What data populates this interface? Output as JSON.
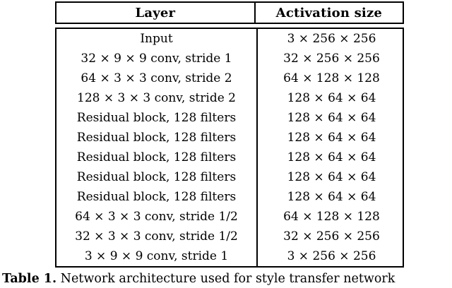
{
  "table": {
    "headers": {
      "layer": "Layer",
      "activation": "Activation size"
    },
    "rows": [
      {
        "layer": "Input",
        "activation": "3 × 256 × 256"
      },
      {
        "layer": "32 × 9 × 9 conv, stride 1",
        "activation": "32 × 256 × 256"
      },
      {
        "layer": "64 × 3 × 3 conv, stride 2",
        "activation": "64 × 128 × 128"
      },
      {
        "layer": "128 × 3 × 3 conv, stride 2",
        "activation": "128 × 64 × 64"
      },
      {
        "layer": "Residual block, 128 filters",
        "activation": "128 × 64 × 64"
      },
      {
        "layer": "Residual block, 128 filters",
        "activation": "128 × 64 × 64"
      },
      {
        "layer": "Residual block, 128 filters",
        "activation": "128 × 64 × 64"
      },
      {
        "layer": "Residual block, 128 filters",
        "activation": "128 × 64 × 64"
      },
      {
        "layer": "Residual block, 128 filters",
        "activation": "128 × 64 × 64"
      },
      {
        "layer": "64 × 3 × 3 conv, stride 1/2",
        "activation": "64 × 128 × 128"
      },
      {
        "layer": "32 × 3 × 3 conv, stride 1/2",
        "activation": "32 × 256 × 256"
      },
      {
        "layer": "3 × 9 × 9 conv, stride 1",
        "activation": "3 × 256 × 256"
      }
    ]
  },
  "caption": {
    "label": "Table 1.",
    "text": " Network architecture used for style transfer network"
  },
  "colors": {
    "text": "#000000",
    "background": "#ffffff",
    "rule": "#000000"
  }
}
